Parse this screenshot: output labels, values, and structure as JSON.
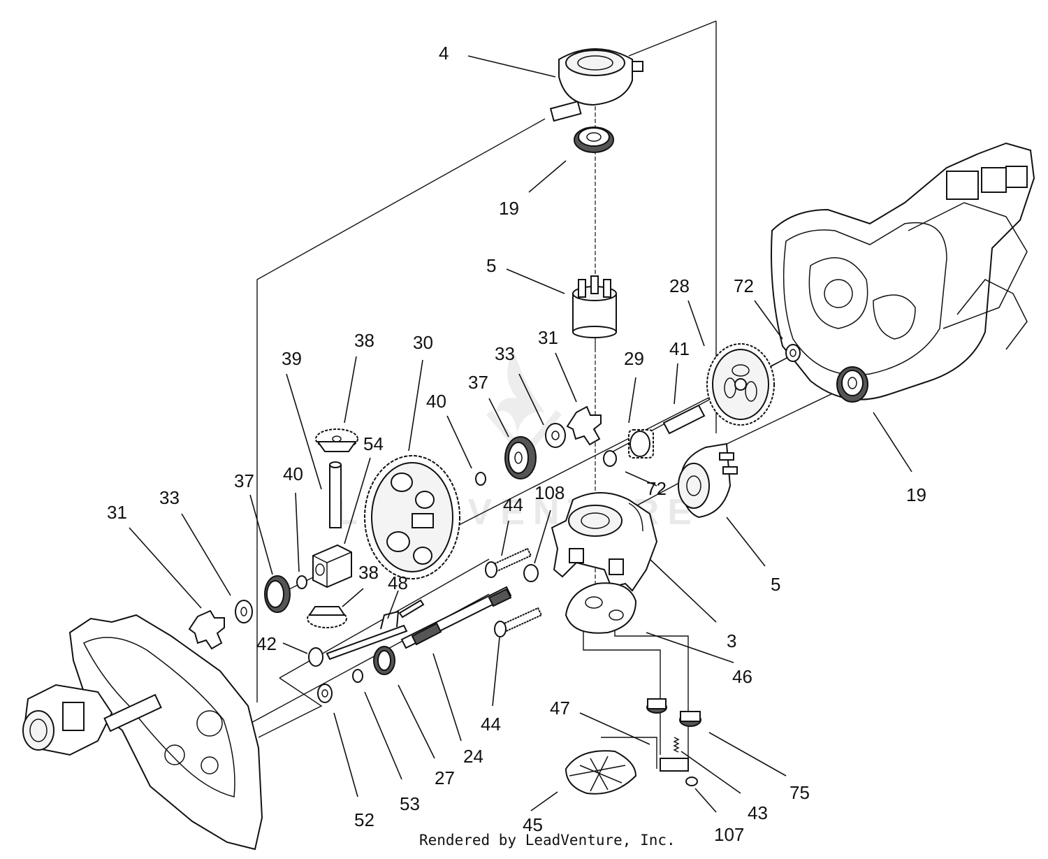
{
  "footer": {
    "credit": "Rendered by LeadVenture, Inc."
  },
  "watermark": {
    "text": "LEADVENTURE"
  },
  "callouts": [
    {
      "id": "c-4",
      "label": "4"
    },
    {
      "id": "c-19-top",
      "label": "19"
    },
    {
      "id": "c-5-top",
      "label": "5"
    },
    {
      "id": "c-28",
      "label": "28"
    },
    {
      "id": "c-72-top",
      "label": "72"
    },
    {
      "id": "c-38-top",
      "label": "38"
    },
    {
      "id": "c-30",
      "label": "30"
    },
    {
      "id": "c-31-mid",
      "label": "31"
    },
    {
      "id": "c-33-mid",
      "label": "33"
    },
    {
      "id": "c-39",
      "label": "39"
    },
    {
      "id": "c-29",
      "label": "29"
    },
    {
      "id": "c-41",
      "label": "41"
    },
    {
      "id": "c-37-mid",
      "label": "37"
    },
    {
      "id": "c-40-mid",
      "label": "40"
    },
    {
      "id": "c-54",
      "label": "54"
    },
    {
      "id": "c-19-right",
      "label": "19"
    },
    {
      "id": "c-72-mid",
      "label": "72"
    },
    {
      "id": "c-37-left",
      "label": "37"
    },
    {
      "id": "c-40-left",
      "label": "40"
    },
    {
      "id": "c-33-left",
      "label": "33"
    },
    {
      "id": "c-31-left",
      "label": "31"
    },
    {
      "id": "c-108",
      "label": "108"
    },
    {
      "id": "c-44-mid",
      "label": "44"
    },
    {
      "id": "c-38-low",
      "label": "38"
    },
    {
      "id": "c-48",
      "label": "48"
    },
    {
      "id": "c-5-low",
      "label": "5"
    },
    {
      "id": "c-42",
      "label": "42"
    },
    {
      "id": "c-3",
      "label": "3"
    },
    {
      "id": "c-46",
      "label": "46"
    },
    {
      "id": "c-44-low",
      "label": "44"
    },
    {
      "id": "c-24",
      "label": "24"
    },
    {
      "id": "c-47",
      "label": "47"
    },
    {
      "id": "c-27",
      "label": "27"
    },
    {
      "id": "c-75",
      "label": "75"
    },
    {
      "id": "c-52",
      "label": "52"
    },
    {
      "id": "c-53",
      "label": "53"
    },
    {
      "id": "c-43",
      "label": "43"
    },
    {
      "id": "c-45",
      "label": "45"
    },
    {
      "id": "c-107",
      "label": "107"
    }
  ]
}
